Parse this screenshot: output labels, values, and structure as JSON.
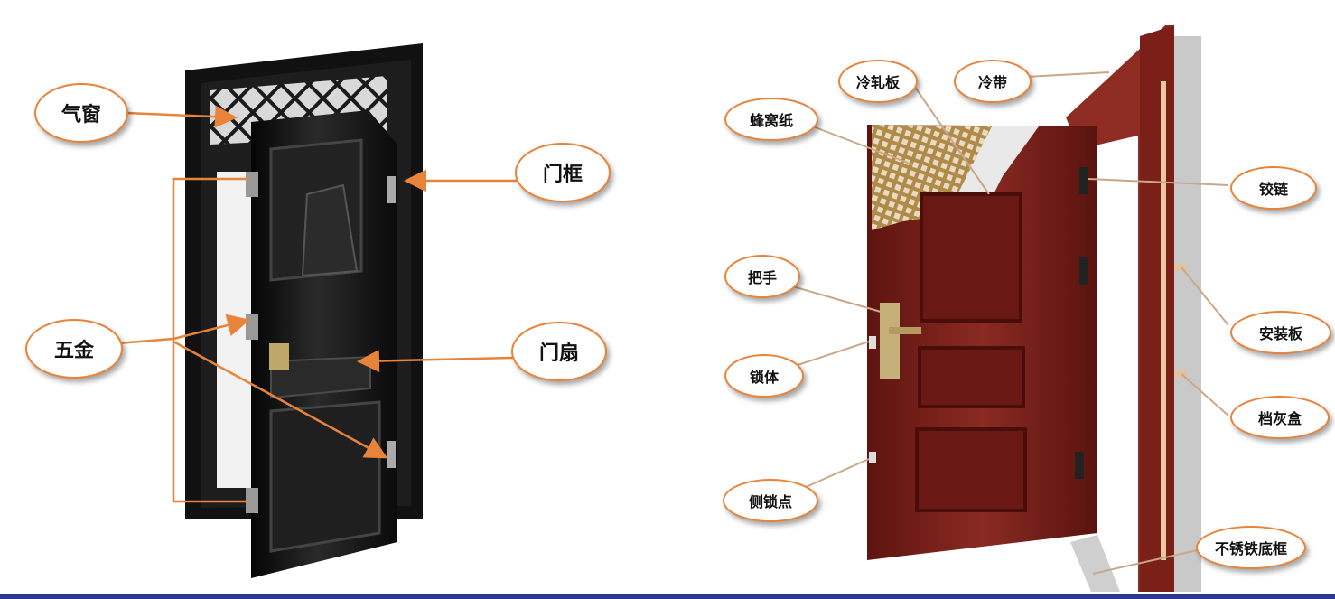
{
  "left_door": {
    "labels": {
      "transom": "气窗",
      "hardware": "五金",
      "frame": "门框",
      "leaf": "门扇"
    },
    "colors": {
      "door": "#141414",
      "arrow": "#e8833a"
    }
  },
  "right_door": {
    "labels": {
      "cold_rolled_plate": "冷轧板",
      "cold_strip": "冷带",
      "honeycomb_paper": "蜂窝纸",
      "hinge": "铰链",
      "handle": "把手",
      "mounting_plate": "安装板",
      "lock_body": "锁体",
      "dust_box": "档灰盒",
      "side_lock_point": "侧锁点",
      "stainless_bottom_frame": "不锈铁底框"
    },
    "colors": {
      "door": "#7a1f1a",
      "frame": "#8e2c24"
    }
  }
}
